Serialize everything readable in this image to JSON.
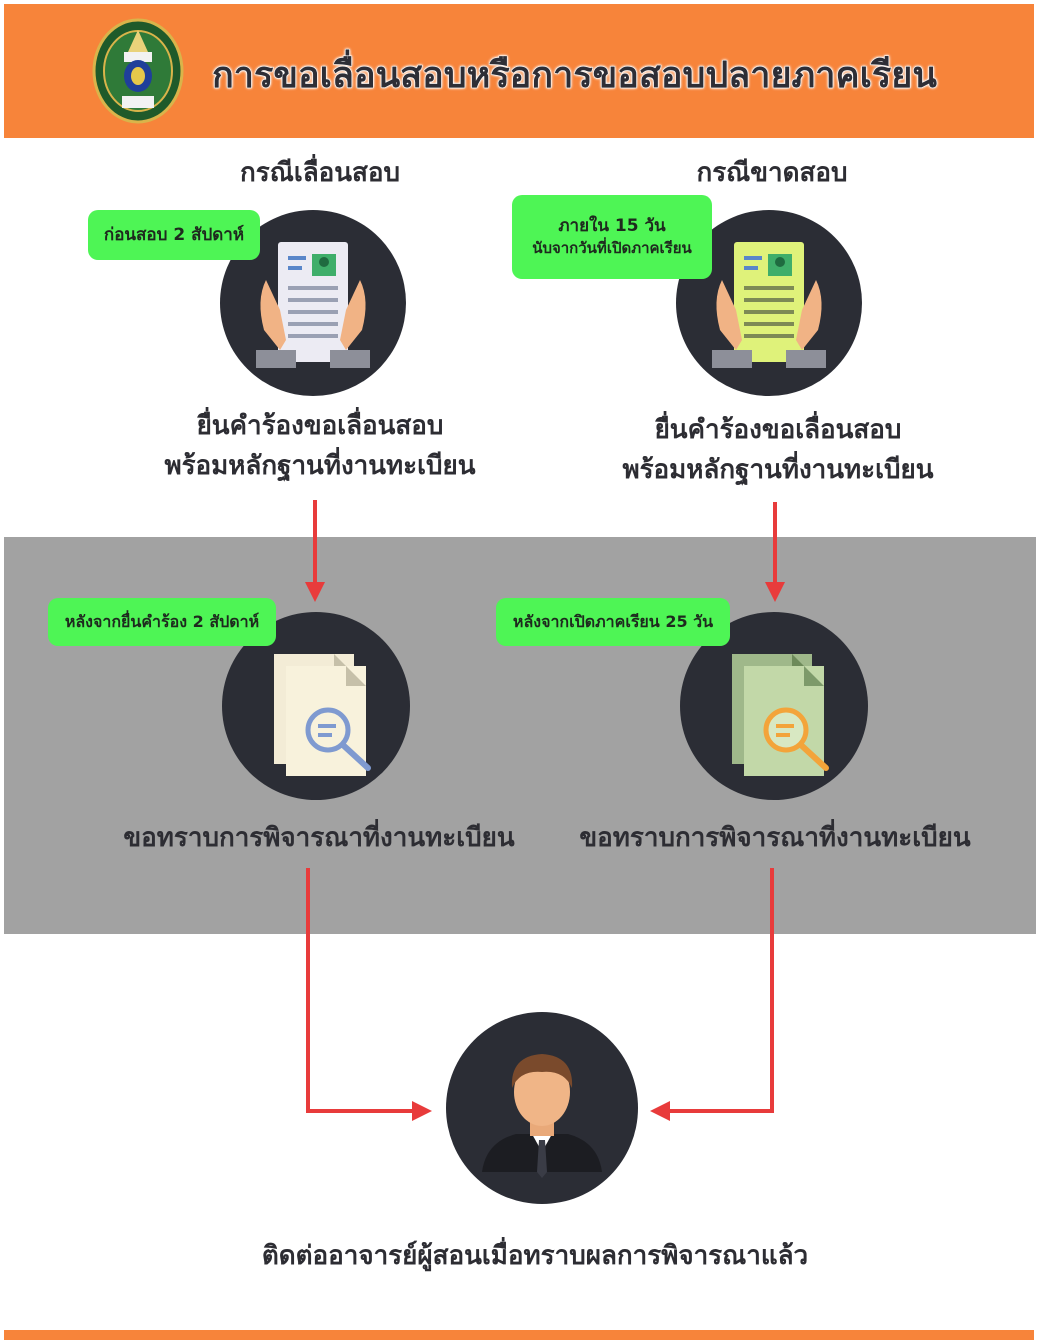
{
  "header": {
    "title": "การขอเลื่อนสอบหรือการขอสอบปลายภาคเรียน",
    "logo_icon": "university-seal-icon",
    "background_color": "#f7843a"
  },
  "columns": [
    {
      "title": "กรณีเลื่อนสอบ",
      "step1": {
        "badge": "ก่อนสอบ 2 สัปดาห์",
        "icon": "document-in-hands-icon",
        "text_line1": "ยื่นคำร้องขอเลื่อนสอบ",
        "text_line2": "พร้อมหลักฐานที่งานทะเบียน"
      },
      "step2": {
        "badge": "หลังจากยื่นคำร้อง 2 สัปดาห์",
        "icon": "document-search-icon",
        "text": "ขอทราบการพิจารณาที่งานทะเบียน"
      }
    },
    {
      "title": "กรณีขาดสอบ",
      "step1": {
        "badge_line1": "ภายใน 15 วัน",
        "badge_line2": "นับจากวันที่เปิดภาคเรียน",
        "icon": "document-in-hands-icon",
        "text_line1": "ยื่นคำร้องขอเลื่อนสอบ",
        "text_line2": "พร้อมหลักฐานที่งานทะเบียน"
      },
      "step2": {
        "badge": "หลังจากเปิดภาคเรียน 25 วัน",
        "icon": "document-search-icon",
        "text": "ขอทราบการพิจารณาที่งานทะเบียน"
      }
    }
  ],
  "final": {
    "icon": "teacher-avatar-icon",
    "text": "ติดต่ออาจารย์ผู้สอนเมื่อทราบผลการพิจารณาแล้ว"
  },
  "colors": {
    "accent": "#f7843a",
    "badge": "#4ef555",
    "arrow": "#e83b3b",
    "band": "#a2a2a2",
    "circle": "#2b2d35"
  }
}
